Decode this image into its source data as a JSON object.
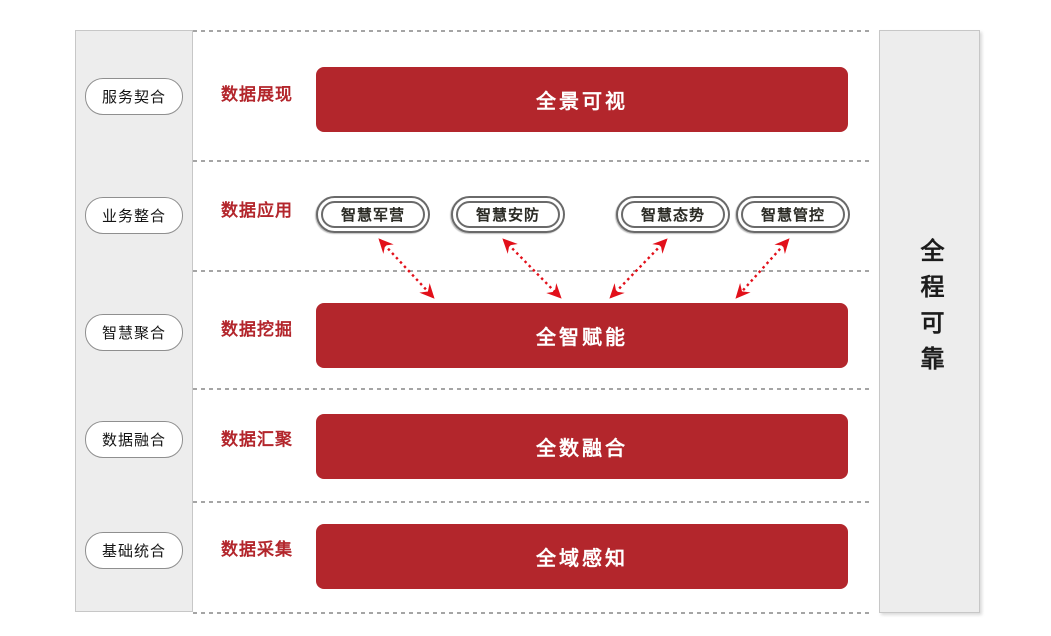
{
  "colors": {
    "bar_red": "#b3262c",
    "label_red": "#b3262c",
    "arrow_red": "#e2101a",
    "dotted_line": "#a5a5a5",
    "sidebar_bg": "#ededed",
    "pill_border": "#8f8f8f"
  },
  "left_sidebar": {
    "items": [
      {
        "label": "服务契合"
      },
      {
        "label": "业务整合"
      },
      {
        "label": "智慧聚合"
      },
      {
        "label": "数据融合"
      },
      {
        "label": "基础统合"
      }
    ]
  },
  "rows": [
    {
      "label": "数据展现",
      "bar": "全景可视"
    },
    {
      "label": "数据应用",
      "apps": [
        "智慧军营",
        "智慧安防",
        "智慧态势",
        "智慧管控"
      ]
    },
    {
      "label": "数据挖掘",
      "bar": "全智赋能"
    },
    {
      "label": "数据汇聚",
      "bar": "全数融合"
    },
    {
      "label": "数据采集",
      "bar": "全域感知"
    }
  ],
  "right_sidebar": {
    "label": "全程可靠"
  }
}
